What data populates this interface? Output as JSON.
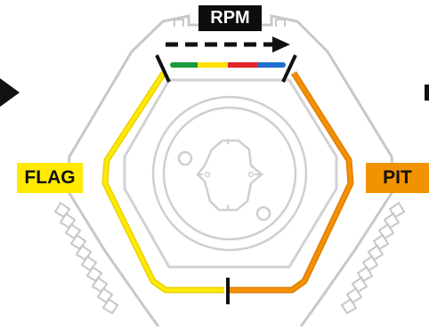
{
  "labels": {
    "rpm": "RPM",
    "flag": "FLAG",
    "pit": "PIT"
  },
  "colors": {
    "flag_yellow": "#ffea00",
    "pit_orange": "#f39200",
    "rpm_green": "#1a9a3c",
    "rpm_yellow": "#ffe200",
    "rpm_red": "#e3242b",
    "rpm_blue": "#1e6fcf",
    "outline_gray": "#c8c8c8",
    "label_black": "#0d0d0d"
  },
  "icons": {
    "left_arrow": "triangle-right-icon",
    "rpm_direction": "dashed-arrow-right-icon",
    "hub": "center-hub-icon"
  }
}
